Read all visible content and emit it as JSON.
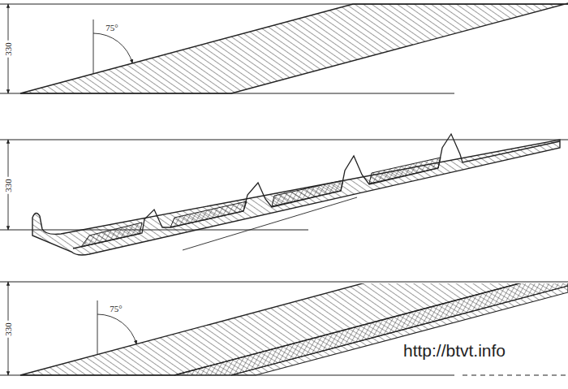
{
  "diagram": {
    "labels": [
      "330",
      "75°",
      "330",
      "330",
      "75°",
      "http://btvt.info"
    ]
  }
}
